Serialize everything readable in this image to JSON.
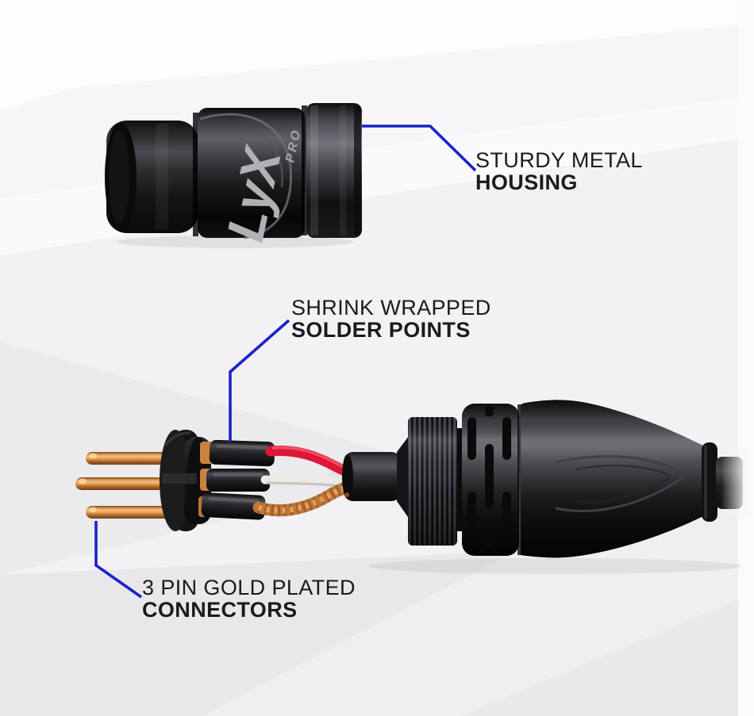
{
  "brand": {
    "logo_main": "LyX",
    "logo_sub": "PRO"
  },
  "callouts": {
    "housing": {
      "line1": "STURDY METAL",
      "line2": "HOUSING"
    },
    "solder": {
      "line1": "SHRINK WRAPPED",
      "line2": "SOLDER POINTS"
    },
    "connectors": {
      "line1": "3 PIN GOLD PLATED",
      "line2": "CONNECTORS"
    }
  },
  "colors": {
    "callout-line": "#1c22c8",
    "label-text": "#1b1b1d",
    "red-wire": "#de1737",
    "white-wire": "#eceae6",
    "copper-braid": "#bf7638",
    "gold-pin": "#c9823f",
    "background": "#f2f2f4"
  }
}
